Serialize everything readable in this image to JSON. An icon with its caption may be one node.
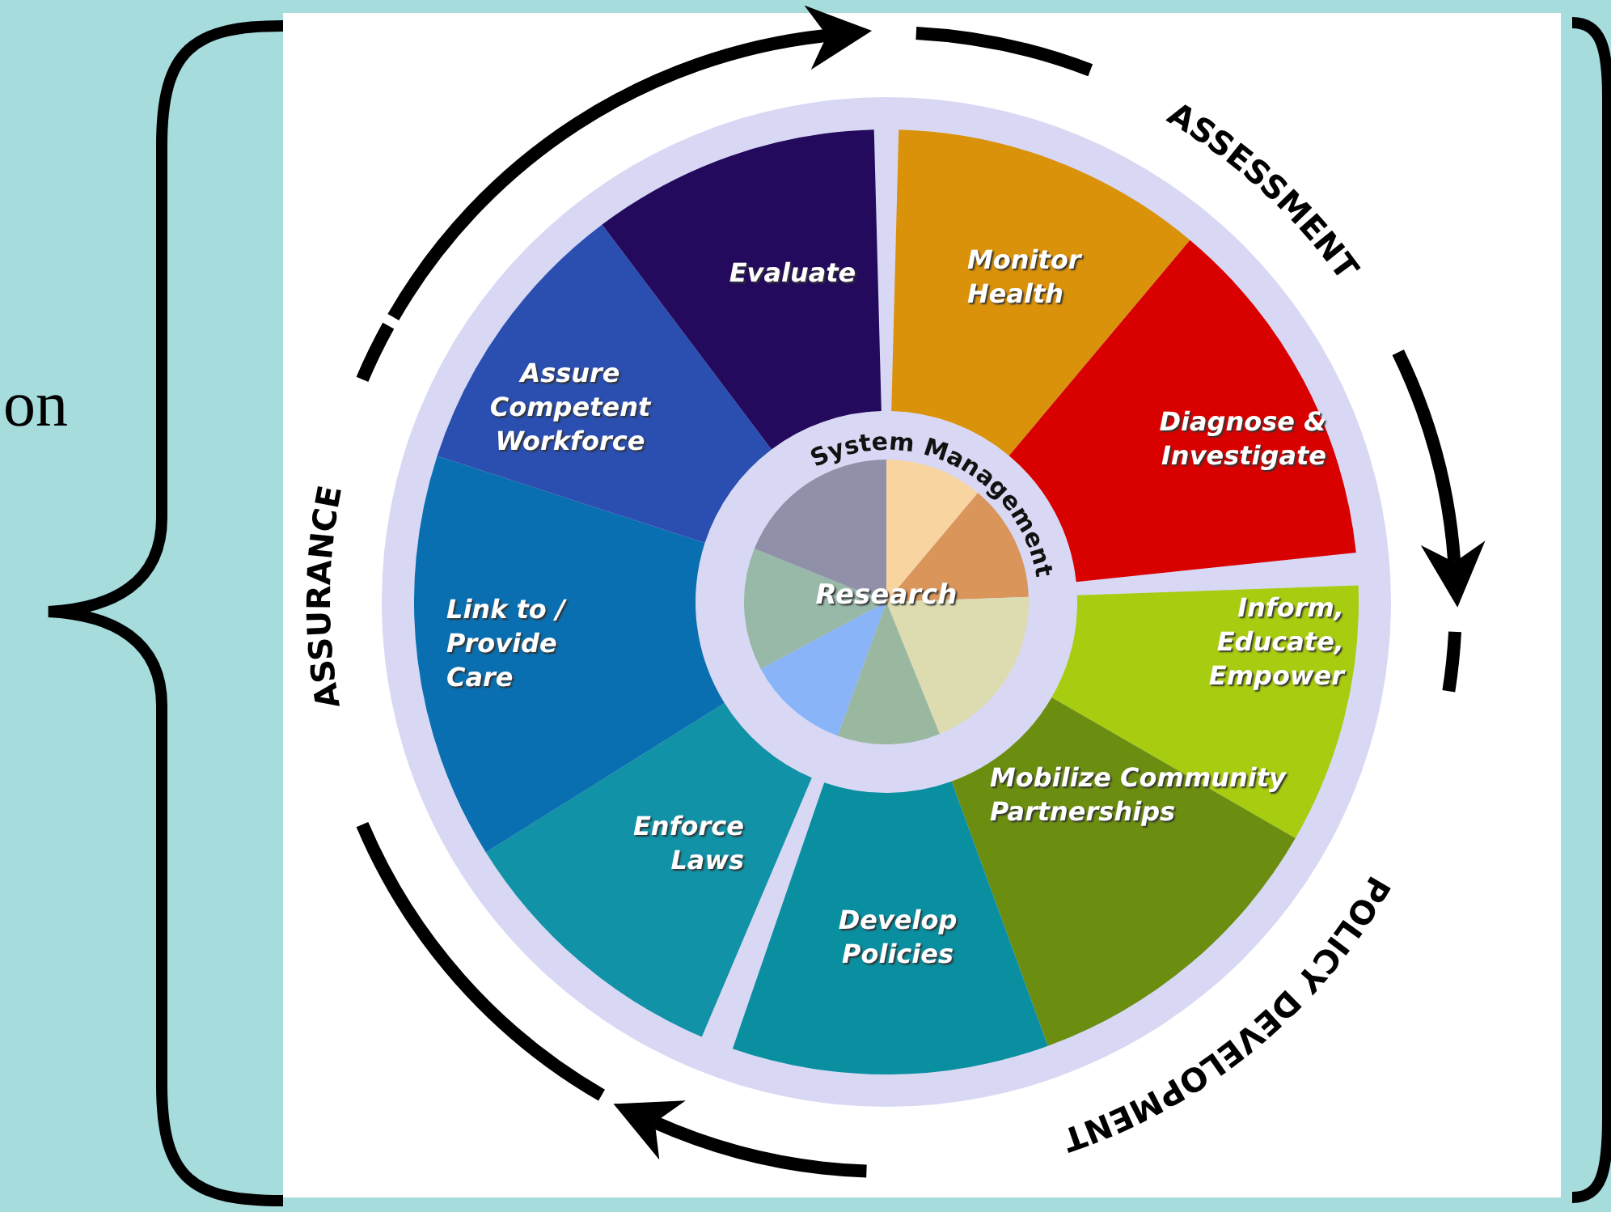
{
  "diagram": {
    "nodes": [
      {
        "text": [
          "Monitor Health"
        ]
      },
      {
        "text": [
          "Diagnose & Investigate"
        ]
      },
      {
        "text": [
          "Inform, Educate, Empower"
        ]
      },
      {
        "text": [
          "Mobilize Community Partnerships"
        ]
      },
      {
        "text": [
          "Develop Policies"
        ]
      },
      {
        "text": [
          "Enforce Laws"
        ]
      },
      {
        "text": [
          "Link to / Provide Care"
        ]
      },
      {
        "text": [
          "Assure Competent Workforce"
        ]
      },
      {
        "text": [
          "Evaluate"
        ]
      },
      {
        "text": [
          "System Management",
          "Research"
        ]
      }
    ],
    "edges": [],
    "labels": [
      "on",
      "ASSESSMENT",
      "POLICY DEVELOPMENT",
      "ASSURANCE"
    ]
  }
}
